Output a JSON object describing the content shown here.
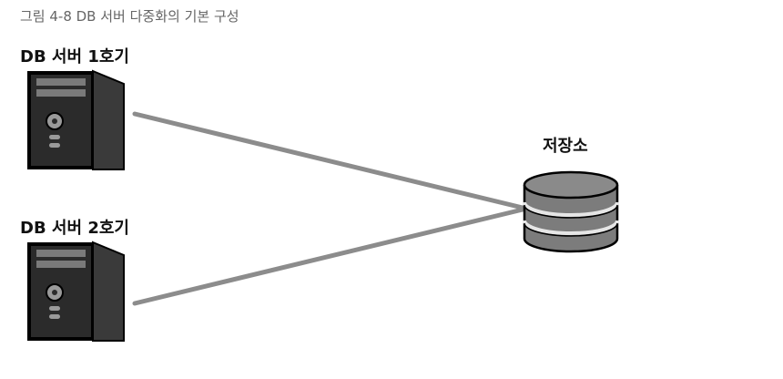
{
  "figure": {
    "caption": "그림 4-8 DB 서버 다중화의 기본 구성"
  },
  "nodes": {
    "db_server_1": {
      "label": "DB 서버 1호기",
      "icon": "server-tower-icon"
    },
    "db_server_2": {
      "label": "DB 서버 2호기",
      "icon": "server-tower-icon"
    },
    "storage": {
      "label": "저장소",
      "icon": "database-cylinder-icon"
    }
  },
  "edges": [
    {
      "from": "db_server_1",
      "to": "storage"
    },
    {
      "from": "db_server_2",
      "to": "storage"
    }
  ],
  "colors": {
    "server_body": "#2b2b2b",
    "server_outline": "#000000",
    "server_slot": "#7a7a7a",
    "connector": "#8c8c8c",
    "storage_fill": "#7c7c7c",
    "storage_band": "#e6e6e6"
  }
}
